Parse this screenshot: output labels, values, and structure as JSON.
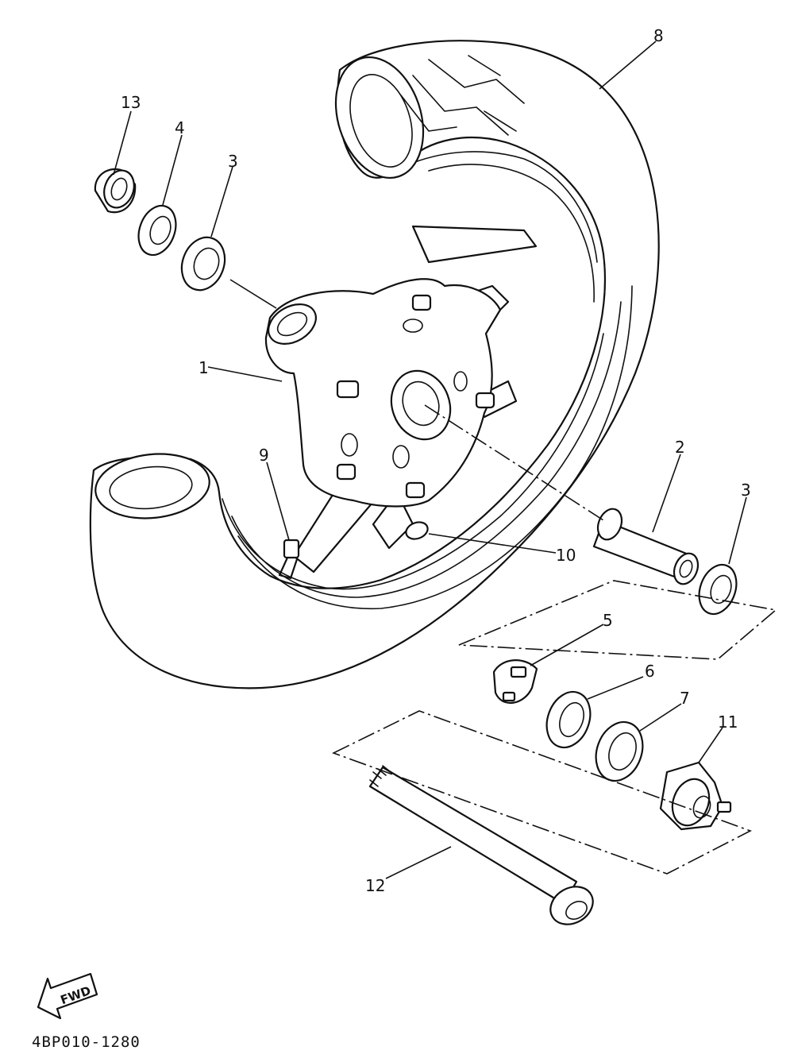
{
  "diagram": {
    "code": "4BP010-1280",
    "direction_label": "FWD",
    "callouts": {
      "hub": "1",
      "collar": "2",
      "bearing_a": "3",
      "bearing_b": "3",
      "spacer": "4",
      "retainer": "5",
      "seal_a": "6",
      "seal_b": "7",
      "tire": "8",
      "valve": "9",
      "balance_weight": "10",
      "gear_unit": "11",
      "axle": "12",
      "flange_collar": "13"
    }
  }
}
